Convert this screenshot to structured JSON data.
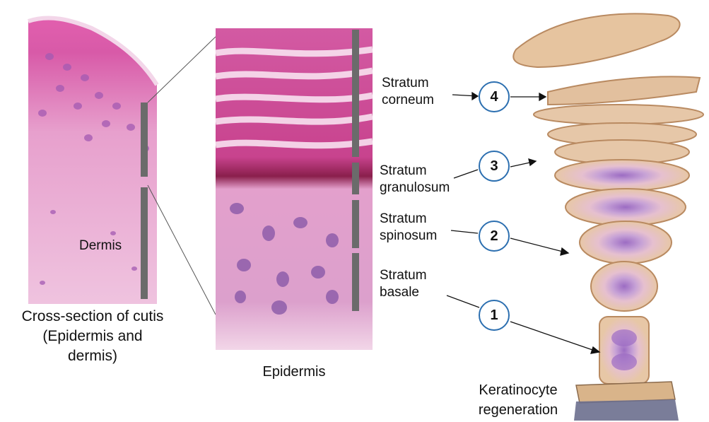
{
  "cross_section": {
    "dermis_label": "Dermis",
    "caption_lines": [
      "Cross-section of cutis",
      "(Epidermis and",
      "dermis)"
    ]
  },
  "epidermis": {
    "caption": "Epidermis"
  },
  "layers": [
    {
      "number": "4",
      "name_line1": "Stratum",
      "name_line2": "corneum"
    },
    {
      "number": "3",
      "name_line1": "Stratum",
      "name_line2": "granulosum"
    },
    {
      "number": "2",
      "name_line1": "Stratum",
      "name_line2": "spinosum"
    },
    {
      "number": "1",
      "name_line1": "Stratum",
      "name_line2": "basale"
    }
  ],
  "regeneration": {
    "caption_lines": [
      "Keratinocyte",
      "regeneration"
    ]
  },
  "colors": {
    "tissue_pink": "#e9a7cf",
    "tissue_magenta": "#c9458f",
    "nucleus_purple": "#8a5aa8",
    "circle_blue": "#2c6fb0",
    "marker_gray": "#6b6b6b",
    "cell_tan": "#e7c7a6"
  }
}
